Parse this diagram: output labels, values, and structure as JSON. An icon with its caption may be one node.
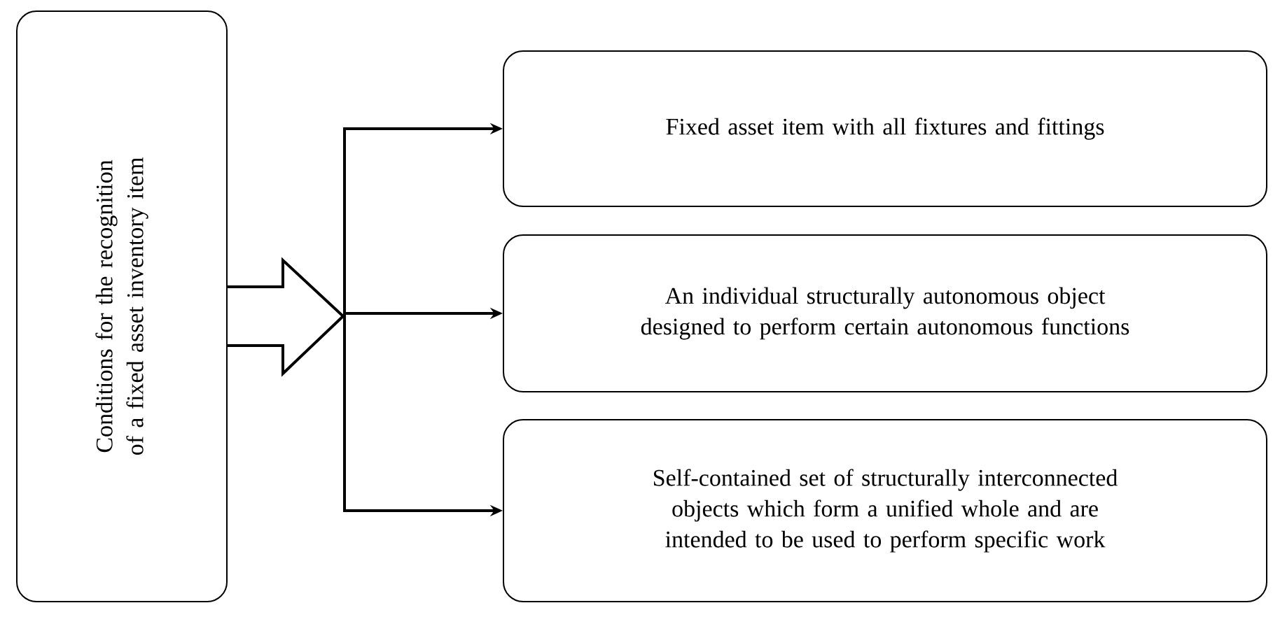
{
  "diagram": {
    "nodes": [
      {
        "text": [
          "Conditions for the recognition of a fixed asset inventory item"
        ]
      },
      {
        "text": [
          "Fixed asset item with all fixtures and fittings"
        ]
      },
      {
        "text": [
          "An individual structurally autonomous object designed to perform certain autonomous functions"
        ]
      },
      {
        "text": [
          "Self-contained set of structurally interconnected objects which form a unified whole and are intended to be used to perform specific work"
        ]
      }
    ],
    "edges": [
      {
        "from": 0,
        "to": 1,
        "arrow": "to"
      },
      {
        "from": 0,
        "to": 2,
        "arrow": "to"
      },
      {
        "from": 0,
        "to": 3,
        "arrow": "to"
      }
    ]
  }
}
